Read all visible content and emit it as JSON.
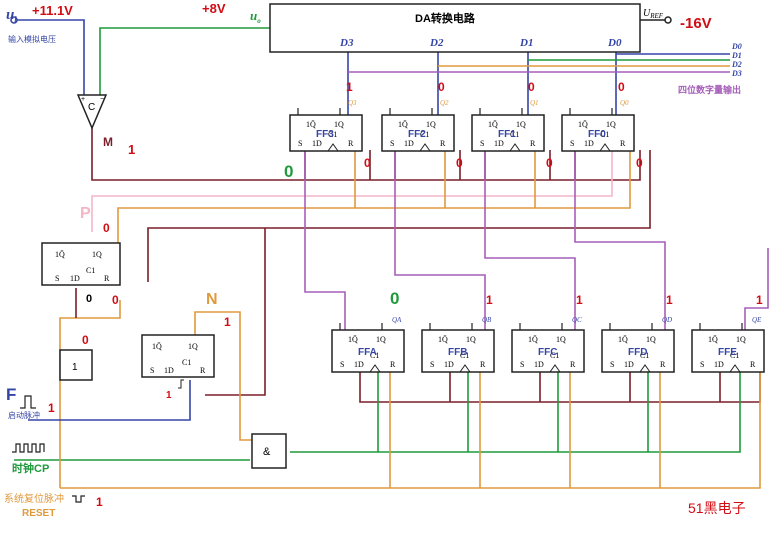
{
  "input": {
    "symbol": "u",
    "sub": "i",
    "voltage": "+11.1V",
    "caption": "输入模拟电压"
  },
  "supply": {
    "vcc": "+8V",
    "vref_symbol": "U",
    "vref_sub": "REF",
    "vref_value": "-16V"
  },
  "output_symbol": {
    "symbol": "u",
    "sub": "o"
  },
  "dac": {
    "title": "DA转换电路",
    "pins": [
      "D3",
      "D2",
      "D1",
      "D0"
    ]
  },
  "comparator": {
    "label": "C",
    "plus": "+",
    "minus": "−",
    "output_name": "M",
    "output_value": "1"
  },
  "bus": {
    "labels": [
      "D0",
      "D1",
      "D2",
      "D3"
    ],
    "caption": "四位数字量输出"
  },
  "ff_top": [
    {
      "name": "FF3",
      "q_label": "Q3",
      "q_value": "1",
      "s_value": "0",
      "r_value": "0"
    },
    {
      "name": "FF2",
      "q_label": "Q2",
      "q_value": "0",
      "r_value": "0"
    },
    {
      "name": "FF1",
      "q_label": "Q1",
      "q_value": "0",
      "r_value": "0"
    },
    {
      "name": "FF0",
      "q_label": "Q0",
      "q_value": "0",
      "r_value": "0"
    }
  ],
  "ff_bottom": [
    {
      "name": "FFA",
      "q_label": "QA",
      "q_value": "0"
    },
    {
      "name": "FFB",
      "q_label": "QB",
      "q_value": "1"
    },
    {
      "name": "FFC",
      "q_label": "QC",
      "q_value": "1"
    },
    {
      "name": "FFD",
      "q_label": "QD",
      "q_value": "1"
    },
    {
      "name": "FFE",
      "q_label": "QE",
      "q_value": "1"
    }
  ],
  "pins": {
    "s": "S",
    "d": "1D",
    "clk": "C1",
    "r": "R",
    "q": "1Q",
    "qbar": "1Q̄"
  },
  "p_ff": {
    "signal": "P",
    "value": "0",
    "d_value": "0",
    "r_value": "0"
  },
  "n_ff": {
    "signal": "N",
    "value": "1",
    "clk_value": "1"
  },
  "gate1": {
    "label": "1",
    "in_value": "0"
  },
  "and_gate": {
    "label": "&"
  },
  "signals": {
    "start": {
      "name": "F",
      "caption": "启动脉冲",
      "value": "1"
    },
    "clock": {
      "caption": "时钟CP"
    },
    "reset": {
      "caption": "系统复位脉冲",
      "caption2": "RESET",
      "value": "1"
    }
  },
  "watermark": "51黑电子",
  "colors": {
    "blue": "#3545a6",
    "green": "#1f9a3c",
    "orange": "#e09a3e",
    "purple": "#a65fb8",
    "darkred": "#7a1f2a",
    "pink": "#f3b6c8",
    "red": "#d10c14"
  }
}
